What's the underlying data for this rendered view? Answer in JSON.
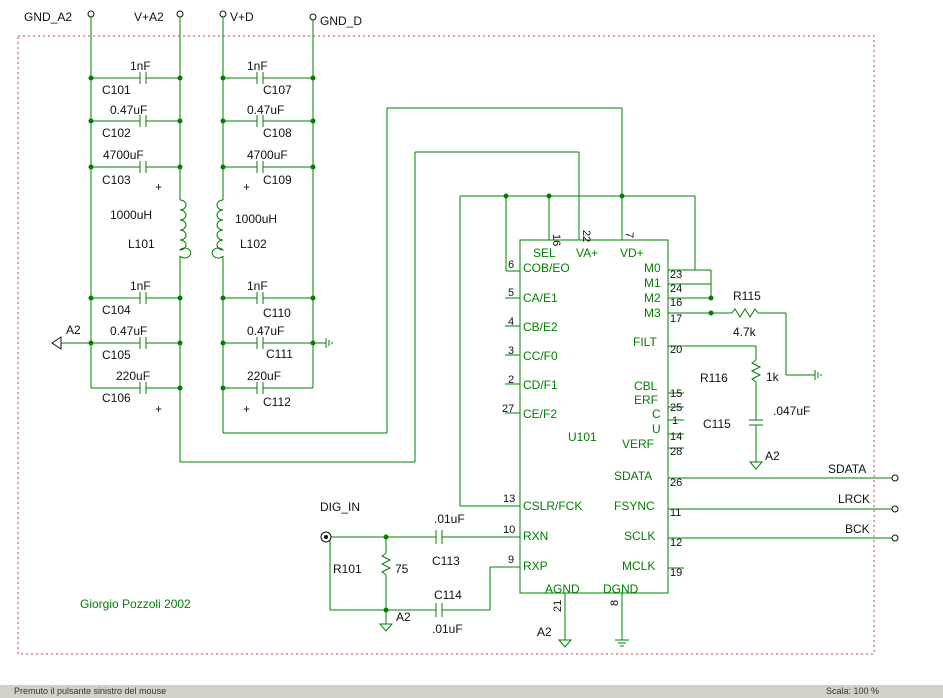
{
  "rails": {
    "gnd_a2": "GND_A2",
    "va2": "V+A2",
    "vd": "V+D",
    "gnd_d": "GND_D"
  },
  "left_caps": [
    {
      "value": "1nF",
      "ref": "C101"
    },
    {
      "value": "0.47uF",
      "ref": "C102"
    },
    {
      "value": "4700uF",
      "ref": "C103"
    },
    {
      "value": "1nF",
      "ref": "C104"
    },
    {
      "value": "0.47uF",
      "ref": "C105"
    },
    {
      "value": "220uF",
      "ref": "C106"
    }
  ],
  "right_caps": [
    {
      "value": "1nF",
      "ref": "C107"
    },
    {
      "value": "0.47uF",
      "ref": "C108"
    },
    {
      "value": "4700uF",
      "ref": "C109"
    },
    {
      "value": "1nF",
      "ref": "C110"
    },
    {
      "value": "0.47uF",
      "ref": "C111"
    },
    {
      "value": "220uF",
      "ref": "C112"
    }
  ],
  "inductors": {
    "l101_value": "1000uH",
    "l101_ref": "L101",
    "l102_value": "1000uH",
    "l102_ref": "L102"
  },
  "plus": "+",
  "a2_label": "A2",
  "ic": {
    "ref": "U101",
    "top_pins": [
      {
        "num": "16",
        "name": "SEL"
      },
      {
        "num": "22",
        "name": "VA+"
      },
      {
        "num": "7",
        "name": "VD+"
      }
    ],
    "left_pins": [
      {
        "num": "6",
        "name": "COB/EO"
      },
      {
        "num": "5",
        "name": "CA/E1"
      },
      {
        "num": "4",
        "name": "CB/E2"
      },
      {
        "num": "3",
        "name": "CC/F0"
      },
      {
        "num": "2",
        "name": "CD/F1"
      },
      {
        "num": "27",
        "name": "CE/F2"
      },
      {
        "num": "13",
        "name": "CSLR/FCK"
      },
      {
        "num": "10",
        "name": "RXN"
      },
      {
        "num": "9",
        "name": "RXP"
      }
    ],
    "right_pins": [
      {
        "num": "23",
        "name": "M0"
      },
      {
        "num": "24",
        "name": "M1"
      },
      {
        "num": "16",
        "name": "M2"
      },
      {
        "num": "17",
        "name": "M3"
      },
      {
        "num": "20",
        "name": "FILT"
      },
      {
        "num": "15",
        "name": "CBL"
      },
      {
        "num": "25",
        "name": "ERF"
      },
      {
        "num": "1",
        "name": "C"
      },
      {
        "num": "14",
        "name": "U"
      },
      {
        "num": "28",
        "name": "VERF"
      },
      {
        "num": "26",
        "name": "SDATA"
      },
      {
        "num": "11",
        "name": "FSYNC"
      },
      {
        "num": "12",
        "name": "SCLK"
      },
      {
        "num": "19",
        "name": "MCLK"
      }
    ],
    "bottom_pins": [
      {
        "num": "21",
        "name": "AGND"
      },
      {
        "num": "8",
        "name": "DGND"
      }
    ]
  },
  "right_parts": {
    "r115_ref": "R115",
    "r115_value": "4.7k",
    "r116_ref": "R116",
    "r116_value": "1k",
    "c115_ref": "C115",
    "c115_value": ".047uF"
  },
  "outputs": {
    "sdata": "SDATA",
    "lrck": "LRCK",
    "bck": "BCK"
  },
  "input_section": {
    "dig_in": "DIG_IN",
    "r101_ref": "R101",
    "r101_value": "75",
    "c113_ref": "C113",
    "c113_value": ".01uF",
    "c114_ref": "C114",
    "c114_value": ".01uF"
  },
  "credit": "Giorgio Pozzoli 2002",
  "statusbar": {
    "left_text": "Premuto il pulsante sinistro del mouse",
    "right_text": "Scala: 100 %"
  }
}
